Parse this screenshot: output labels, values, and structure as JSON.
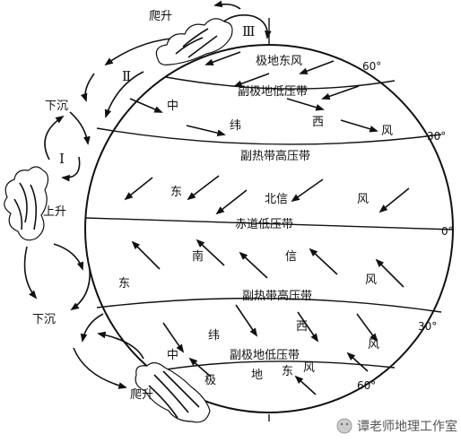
{
  "labels": {
    "polar_easterlies_top": "极地东风",
    "subpolar_low_north": "副极地低压带",
    "westerlies_north": [
      "中",
      "纬",
      "西",
      "风"
    ],
    "subtropical_high_north": "副热带高压带",
    "ne_trades": [
      "东",
      "北信",
      "风"
    ],
    "equatorial_low": "赤道低压带",
    "se_trades": [
      "南",
      "信",
      "东",
      "风"
    ],
    "subtropical_high_south": "副热带高压带",
    "westerlies_south": [
      "纬",
      "西",
      "中",
      "风"
    ],
    "subpolar_low_south": "副极地低压带",
    "polar_easterlies_bottom": [
      "极",
      "地",
      "东",
      "风"
    ]
  },
  "side_labels": {
    "climb_top": "爬升",
    "sink_upper": "下沉",
    "rise_mid": "上升",
    "sink_lower": "下沉",
    "climb_bottom": "爬升"
  },
  "cells": {
    "polar": "Ⅲ",
    "ferrel": "Ⅱ",
    "hadley": "Ⅰ"
  },
  "latitudes": {
    "n60": "60°",
    "n30": "30°",
    "eq": "0°",
    "s30": "30°",
    "s60": "60°"
  },
  "watermark": {
    "text": "谭老师地理工作室"
  }
}
